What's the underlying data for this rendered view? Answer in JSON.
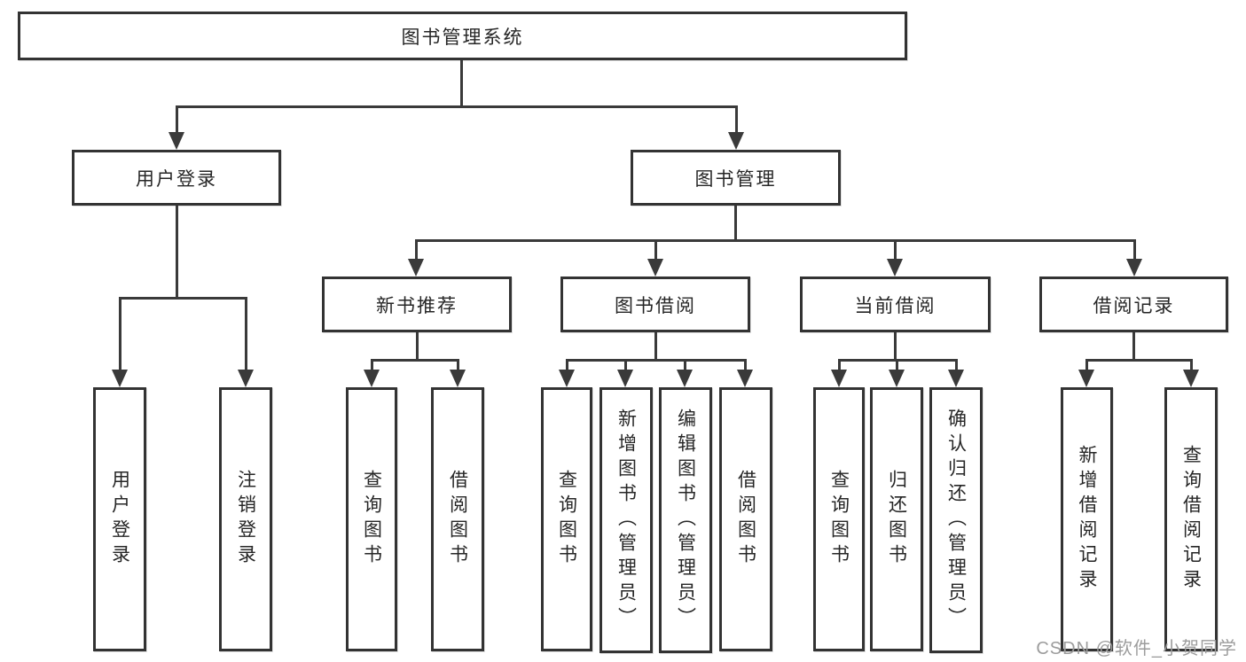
{
  "diagram": {
    "root": {
      "label": "图书管理系统"
    },
    "level2": [
      {
        "label": "用户登录",
        "children": [
          {
            "label": "用户登录"
          },
          {
            "label": "注销登录"
          }
        ]
      },
      {
        "label": "图书管理",
        "children": [
          {
            "label": "新书推荐",
            "children": [
              {
                "label": "查询图书"
              },
              {
                "label": "借阅图书"
              }
            ]
          },
          {
            "label": "图书借阅",
            "children": [
              {
                "label": "查询图书"
              },
              {
                "label": "新增图书（管理员）"
              },
              {
                "label": "编辑图书（管理员）"
              },
              {
                "label": "借阅图书"
              }
            ]
          },
          {
            "label": "当前借阅",
            "children": [
              {
                "label": "查询图书"
              },
              {
                "label": "归还图书"
              },
              {
                "label": "确认归还（管理员）"
              }
            ]
          },
          {
            "label": "借阅记录",
            "children": [
              {
                "label": "新增借阅记录"
              },
              {
                "label": "查询借阅记录"
              }
            ]
          }
        ]
      }
    ],
    "watermark": {
      "text": "CSDN @软件_小贺同学"
    },
    "colors": {
      "line": "#3a3a3a",
      "box_border": "#333333",
      "text": "#262626",
      "watermark": "#9c9c9c",
      "background": "#ffffff"
    }
  }
}
